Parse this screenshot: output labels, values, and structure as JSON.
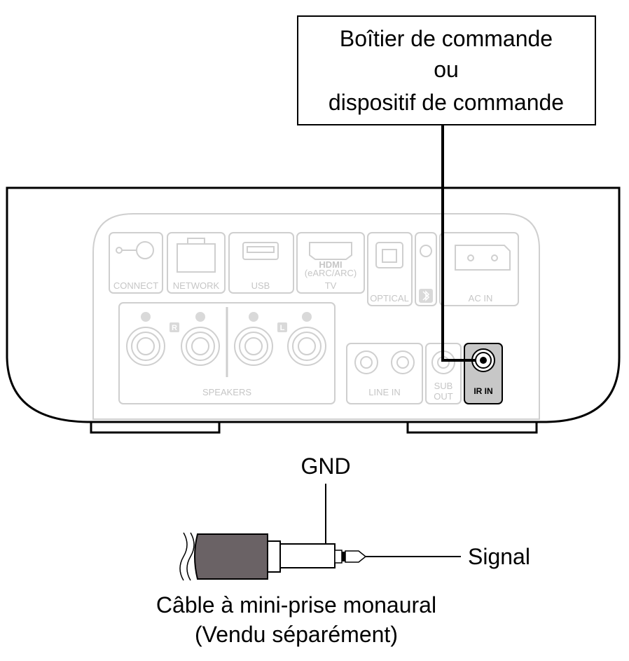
{
  "control_box": {
    "line1": "Boîtier de commande",
    "line2": "ou",
    "line3": "dispositif de commande"
  },
  "panel": {
    "connect": "CONNECT",
    "network": "NETWORK",
    "usb": "USB",
    "hdmi": "HDMI",
    "hdmi_sub": "(eARC/ARC)",
    "tv": "TV",
    "optical": "OPTICAL",
    "ac_in": "AC IN",
    "speakers": "SPEAKERS",
    "r": "R",
    "l": "L",
    "line_in": "LINE IN",
    "sub": "SUB",
    "out": "OUT",
    "ir_in": "IR IN"
  },
  "cable": {
    "gnd": "GND",
    "signal": "Signal",
    "caption1": "Câble à mini-prise monaural",
    "caption2": "(Vendu séparément)"
  }
}
